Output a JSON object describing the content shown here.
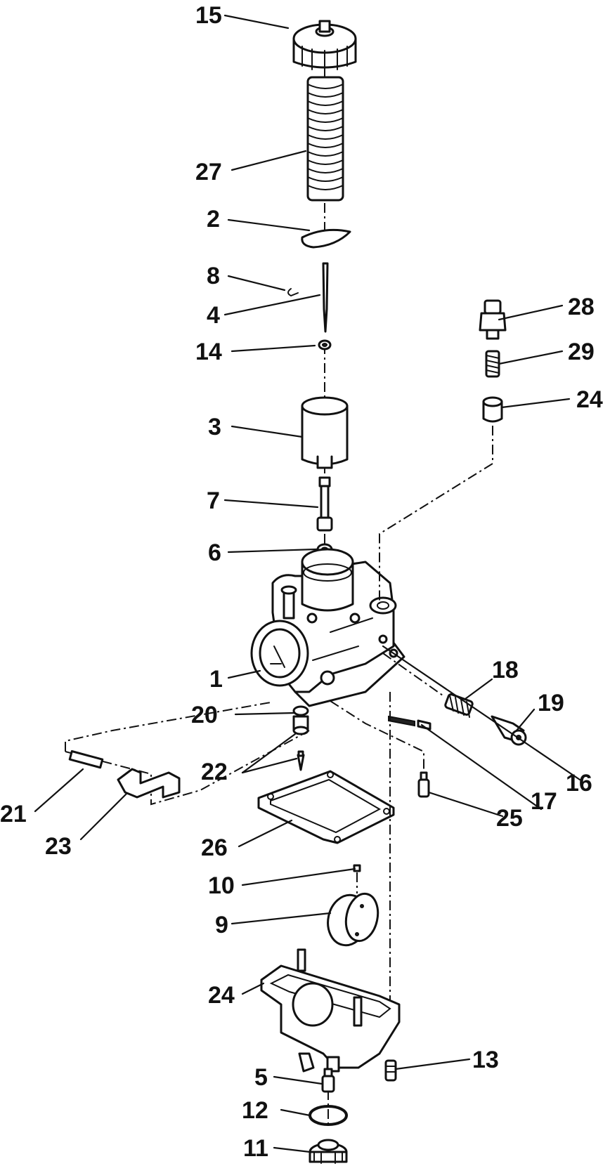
{
  "callouts": {
    "c1": "1",
    "c2": "2",
    "c3": "3",
    "c4": "4",
    "c5": "5",
    "c6": "6",
    "c7": "7",
    "c8": "8",
    "c9": "9",
    "c10": "10",
    "c11": "11",
    "c12": "12",
    "c13": "13",
    "c14": "14",
    "c15": "15",
    "c16": "16",
    "c17": "17",
    "c18": "18",
    "c19": "19",
    "c20": "20",
    "c21": "21",
    "c22": "22",
    "c23": "23",
    "c24a": "24",
    "c24b": "24",
    "c25": "25",
    "c26": "26",
    "c27": "27",
    "c28": "28",
    "c29": "29"
  }
}
